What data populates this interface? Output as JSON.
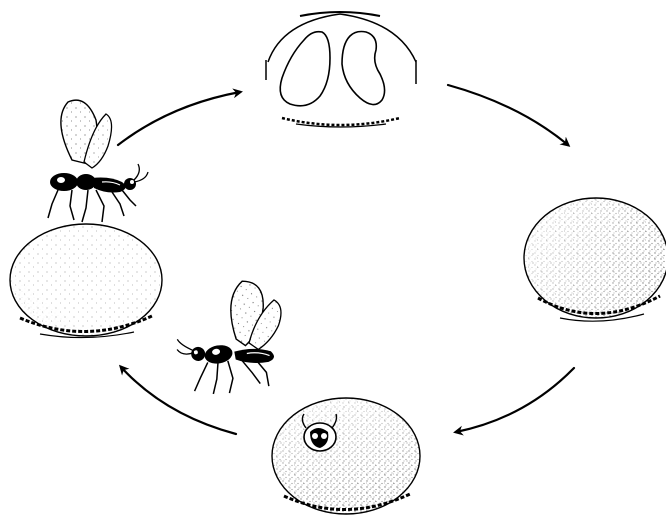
{
  "diagram": {
    "kind": "cyclic-life-cycle-illustration",
    "stages": [
      {
        "id": "eggs",
        "icon": "egg-pair-icon"
      },
      {
        "id": "gall-intact-right",
        "icon": "gall-icon"
      },
      {
        "id": "gall-with-emergence-hole",
        "icon": "gall-emergence-icon"
      },
      {
        "id": "adult-emerging",
        "icon": "wasp-icon"
      },
      {
        "id": "adult-on-gall",
        "icon": "wasp-icon"
      }
    ],
    "arrows": 4,
    "ink_color": "#000000",
    "paper_color": "#ffffff"
  }
}
